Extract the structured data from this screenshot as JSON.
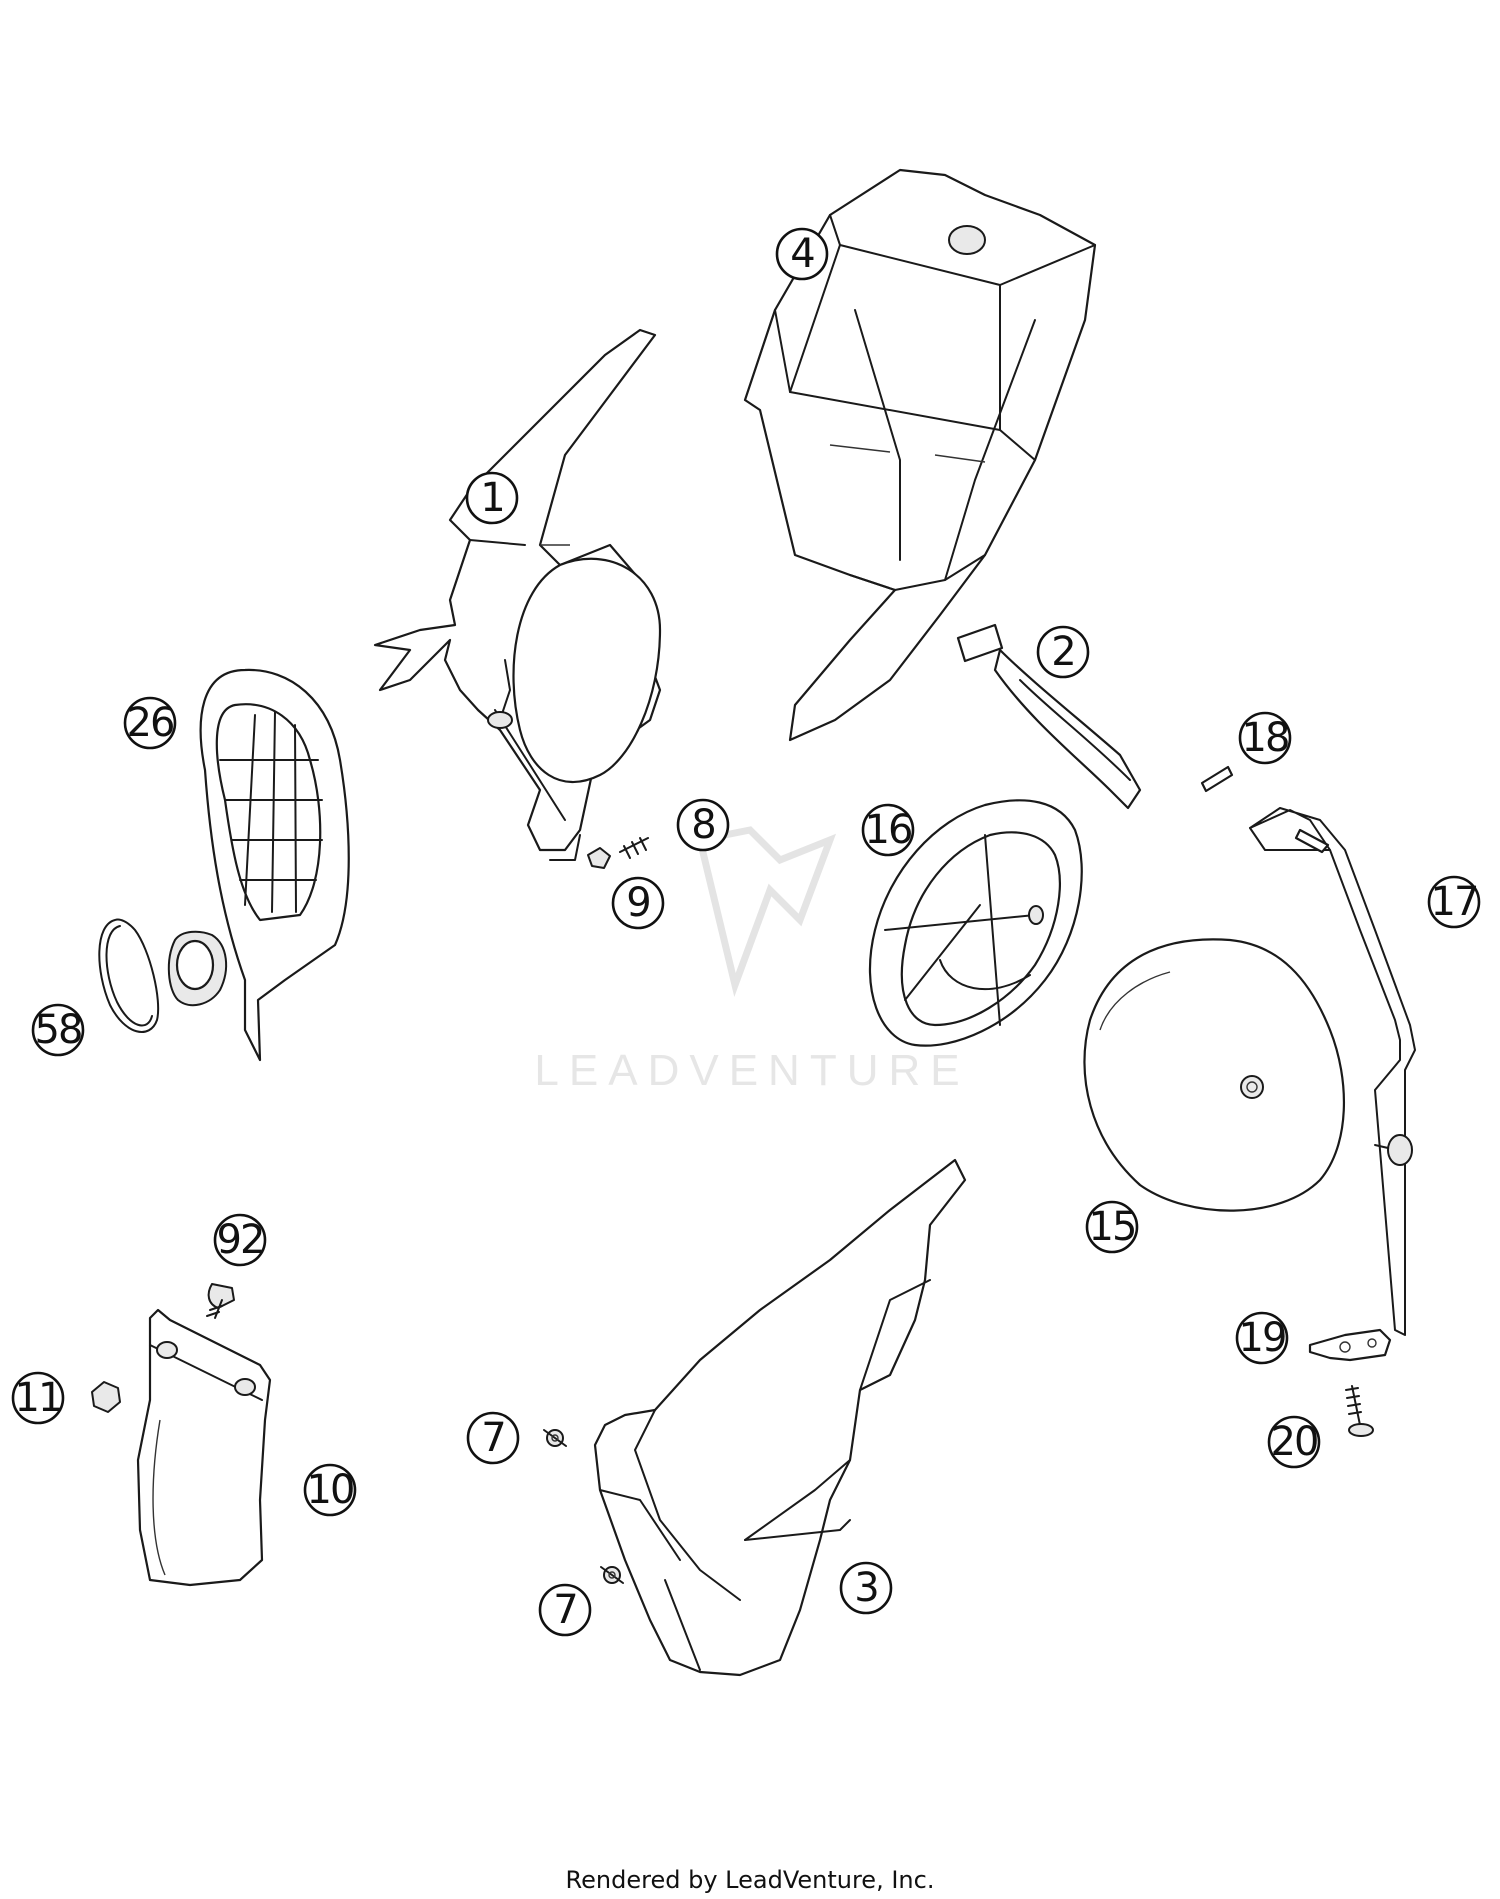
{
  "watermark": {
    "text": "LEADVENTURE",
    "color": "#e6e6e6"
  },
  "footer": {
    "text": "Rendered by LeadVenture, Inc."
  },
  "callouts": [
    {
      "id": "c1",
      "label": "1"
    },
    {
      "id": "c2",
      "label": "2"
    },
    {
      "id": "c3",
      "label": "3"
    },
    {
      "id": "c4",
      "label": "4"
    },
    {
      "id": "c7a",
      "label": "7"
    },
    {
      "id": "c7b",
      "label": "7"
    },
    {
      "id": "c8",
      "label": "8"
    },
    {
      "id": "c9",
      "label": "9"
    },
    {
      "id": "c10",
      "label": "10"
    },
    {
      "id": "c11",
      "label": "11"
    },
    {
      "id": "c15",
      "label": "15"
    },
    {
      "id": "c16",
      "label": "16"
    },
    {
      "id": "c17",
      "label": "17"
    },
    {
      "id": "c18",
      "label": "18"
    },
    {
      "id": "c19",
      "label": "19"
    },
    {
      "id": "c20",
      "label": "20"
    },
    {
      "id": "c26",
      "label": "26"
    },
    {
      "id": "c58",
      "label": "58"
    },
    {
      "id": "c92",
      "label": "92"
    }
  ]
}
